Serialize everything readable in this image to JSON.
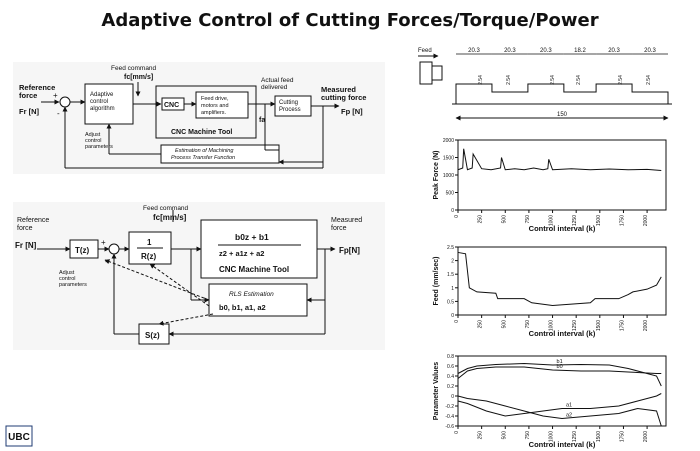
{
  "slide": {
    "title": "Adaptive Control of Cutting Forces/Torque/Power",
    "logo_text": "UBC"
  },
  "diagram_top": {
    "reference_force": "Reference\nforce",
    "fr": "Fr [N]",
    "feed_command": "Feed command",
    "fc": "fc[mm/s]",
    "controller": "Adaptive\ncontrol\nalgorithm",
    "adjust": "Adjust\ncontrol\nparameters",
    "cnc": "CNC",
    "feed_drive": "Feed drive,\nmotors and\namplifiers.",
    "machine": "CNC Machine Tool",
    "actual_feed": "Actual feed\ndelivered",
    "fa": "fa",
    "cutting": "Cutting\nProcess",
    "measured": "Measured\ncutting force",
    "fp": "Fp [N]",
    "estimation": "Estimation of Machining\nProcess Transfer Function",
    "plus": "+",
    "minus": "-"
  },
  "diagram_bottom": {
    "reference_force": "Reference\nforce",
    "fr": "Fr [N]",
    "feed_command": "Feed command",
    "fc": "fc[mm/s]",
    "t": "T(z)",
    "adjust": "Adjust\ncontrol\nparameters",
    "r_num": "1",
    "r_den": "R(z)",
    "tf_num": "b0z + b1",
    "tf_den": "z2 + a1z + a2",
    "machine": "CNC Machine Tool",
    "measured": "Measured\nforce",
    "fp": "Fp[N]",
    "rls": "RLS Estimation",
    "params": "b0, b1, a1, a2",
    "s": "S(z)",
    "plus": "+",
    "minus": "-"
  },
  "part": {
    "feed_label": "Feed",
    "seg_widths": [
      "20.3",
      "20.3",
      "20.3",
      "18.2",
      "20.3",
      "20.3"
    ],
    "heights": [
      "2.54",
      "2.54",
      "2.54",
      "2.54",
      "2.54",
      "2.54"
    ],
    "length": "150"
  },
  "chart_data": [
    {
      "type": "line",
      "ylabel": "Peak Force (N)",
      "xlabel": "Control interval (k)",
      "xlim": [
        0,
        2200
      ],
      "ylim": [
        0,
        2000
      ],
      "xticks": [
        "0",
        "250",
        "500",
        "750",
        "1000",
        "1250",
        "1500",
        "1750",
        "2000"
      ],
      "yticks": [
        "0",
        "500",
        "1000",
        "1500",
        "2000"
      ],
      "x": [
        0,
        50,
        60,
        100,
        150,
        160,
        250,
        350,
        450,
        460,
        500,
        600,
        700,
        800,
        900,
        950,
        960,
        1000,
        1200,
        1400,
        1600,
        1800,
        2000,
        2150
      ],
      "y": [
        1150,
        1200,
        1750,
        1150,
        1200,
        1600,
        1180,
        1150,
        1200,
        1500,
        1150,
        1180,
        1150,
        1200,
        1150,
        1180,
        1450,
        1150,
        1180,
        1150,
        1170,
        1150,
        1160,
        1130
      ]
    },
    {
      "type": "line",
      "ylabel": "Feed (mm/sec)",
      "xlabel": "Control interval (k)",
      "xlim": [
        0,
        2200
      ],
      "ylim": [
        0,
        2.5
      ],
      "xticks": [
        "0",
        "250",
        "500",
        "750",
        "1000",
        "1250",
        "1500",
        "1750",
        "2000"
      ],
      "yticks": [
        "0",
        "0.5",
        "1",
        "1.5",
        "2",
        "2.5"
      ],
      "x": [
        0,
        80,
        120,
        200,
        400,
        420,
        700,
        780,
        1000,
        1200,
        1400,
        1450,
        1700,
        1800,
        1850,
        2000,
        2100,
        2150
      ],
      "y": [
        2.3,
        2.25,
        1.0,
        0.85,
        0.8,
        0.6,
        0.6,
        0.45,
        0.35,
        0.4,
        0.45,
        0.6,
        0.6,
        0.75,
        0.85,
        0.95,
        1.1,
        1.4
      ]
    },
    {
      "type": "line",
      "ylabel": "Parameter Values",
      "xlabel": "Control interval (k)",
      "xlim": [
        0,
        2200
      ],
      "ylim": [
        -0.6,
        0.8
      ],
      "xticks": [
        "0",
        "250",
        "500",
        "750",
        "1000",
        "1250",
        "1500",
        "1750",
        "2000"
      ],
      "yticks": [
        "-0.6",
        "-0.4",
        "-0.2",
        "0",
        "0.2",
        "0.4",
        "0.6",
        "0.8"
      ],
      "series": [
        {
          "name": "b1",
          "x": [
            0,
            100,
            200,
            400,
            700,
            1000,
            1300,
            1600,
            1800,
            2100,
            2150
          ],
          "y": [
            0.45,
            0.55,
            0.6,
            0.63,
            0.65,
            0.62,
            0.63,
            0.62,
            0.55,
            0.4,
            0.2
          ]
        },
        {
          "name": "b0",
          "x": [
            0,
            100,
            200,
            400,
            700,
            1000,
            1300,
            1600,
            1800,
            2100,
            2150
          ],
          "y": [
            0.35,
            0.5,
            0.55,
            0.58,
            0.58,
            0.52,
            0.5,
            0.5,
            0.48,
            0.45,
            0.45
          ]
        },
        {
          "name": "a1",
          "x": [
            0,
            100,
            300,
            500,
            700,
            900,
            1100,
            1400,
            1700,
            1900,
            2100,
            2150
          ],
          "y": [
            -0.1,
            -0.15,
            -0.3,
            -0.4,
            -0.35,
            -0.3,
            -0.25,
            -0.25,
            -0.2,
            -0.1,
            0.0,
            0.05
          ]
        },
        {
          "name": "a2",
          "x": [
            0,
            100,
            300,
            500,
            700,
            900,
            1100,
            1400,
            1700,
            1900,
            2100,
            2150
          ],
          "y": [
            0.0,
            -0.05,
            -0.1,
            -0.2,
            -0.3,
            -0.4,
            -0.45,
            -0.4,
            -0.35,
            -0.25,
            -0.3,
            -0.6
          ]
        }
      ]
    }
  ]
}
